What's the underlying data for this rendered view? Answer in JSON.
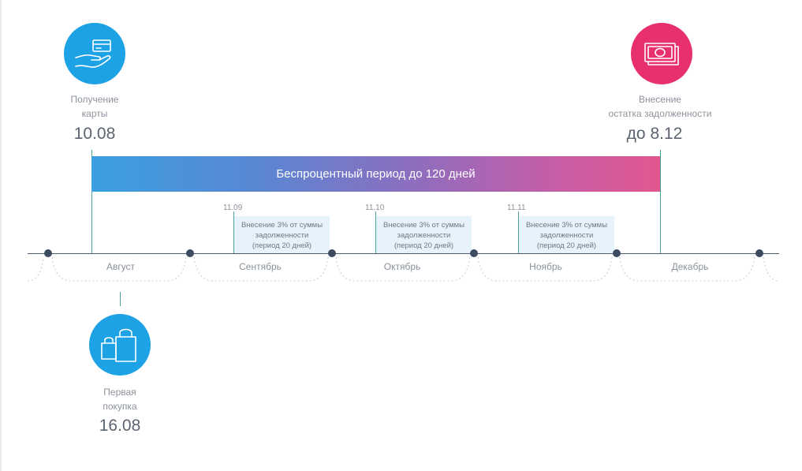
{
  "milestones": {
    "card_received": {
      "caption": "Получение\nкарты",
      "date": "10.08",
      "icon": "hand-card-icon",
      "color": "#1ea2e6"
    },
    "debt_payment": {
      "caption": "Внесение\nостатка задолженности",
      "date": "до 8.12",
      "icon": "cash-icon",
      "color": "#e8306e"
    },
    "first_purchase": {
      "caption": "Первая\nпокупка",
      "date": "16.08",
      "icon": "shopping-bags-icon",
      "color": "#1ea2e6"
    }
  },
  "period": {
    "label": "Беспроцентный период до 120 дней"
  },
  "payments": [
    {
      "date": "11.09",
      "text": "Внесение 3% от суммы\nзадолженности\n(период 20 дней)"
    },
    {
      "date": "11.10",
      "text": "Внесение 3% от суммы\nзадолженности\n(период 20 дней)"
    },
    {
      "date": "11.11",
      "text": "Внесение 3% от суммы\nзадолженности\n(период 20 дней)"
    }
  ],
  "months": [
    "Август",
    "Сентябрь",
    "Октябрь",
    "Ноябрь",
    "Декабрь"
  ]
}
